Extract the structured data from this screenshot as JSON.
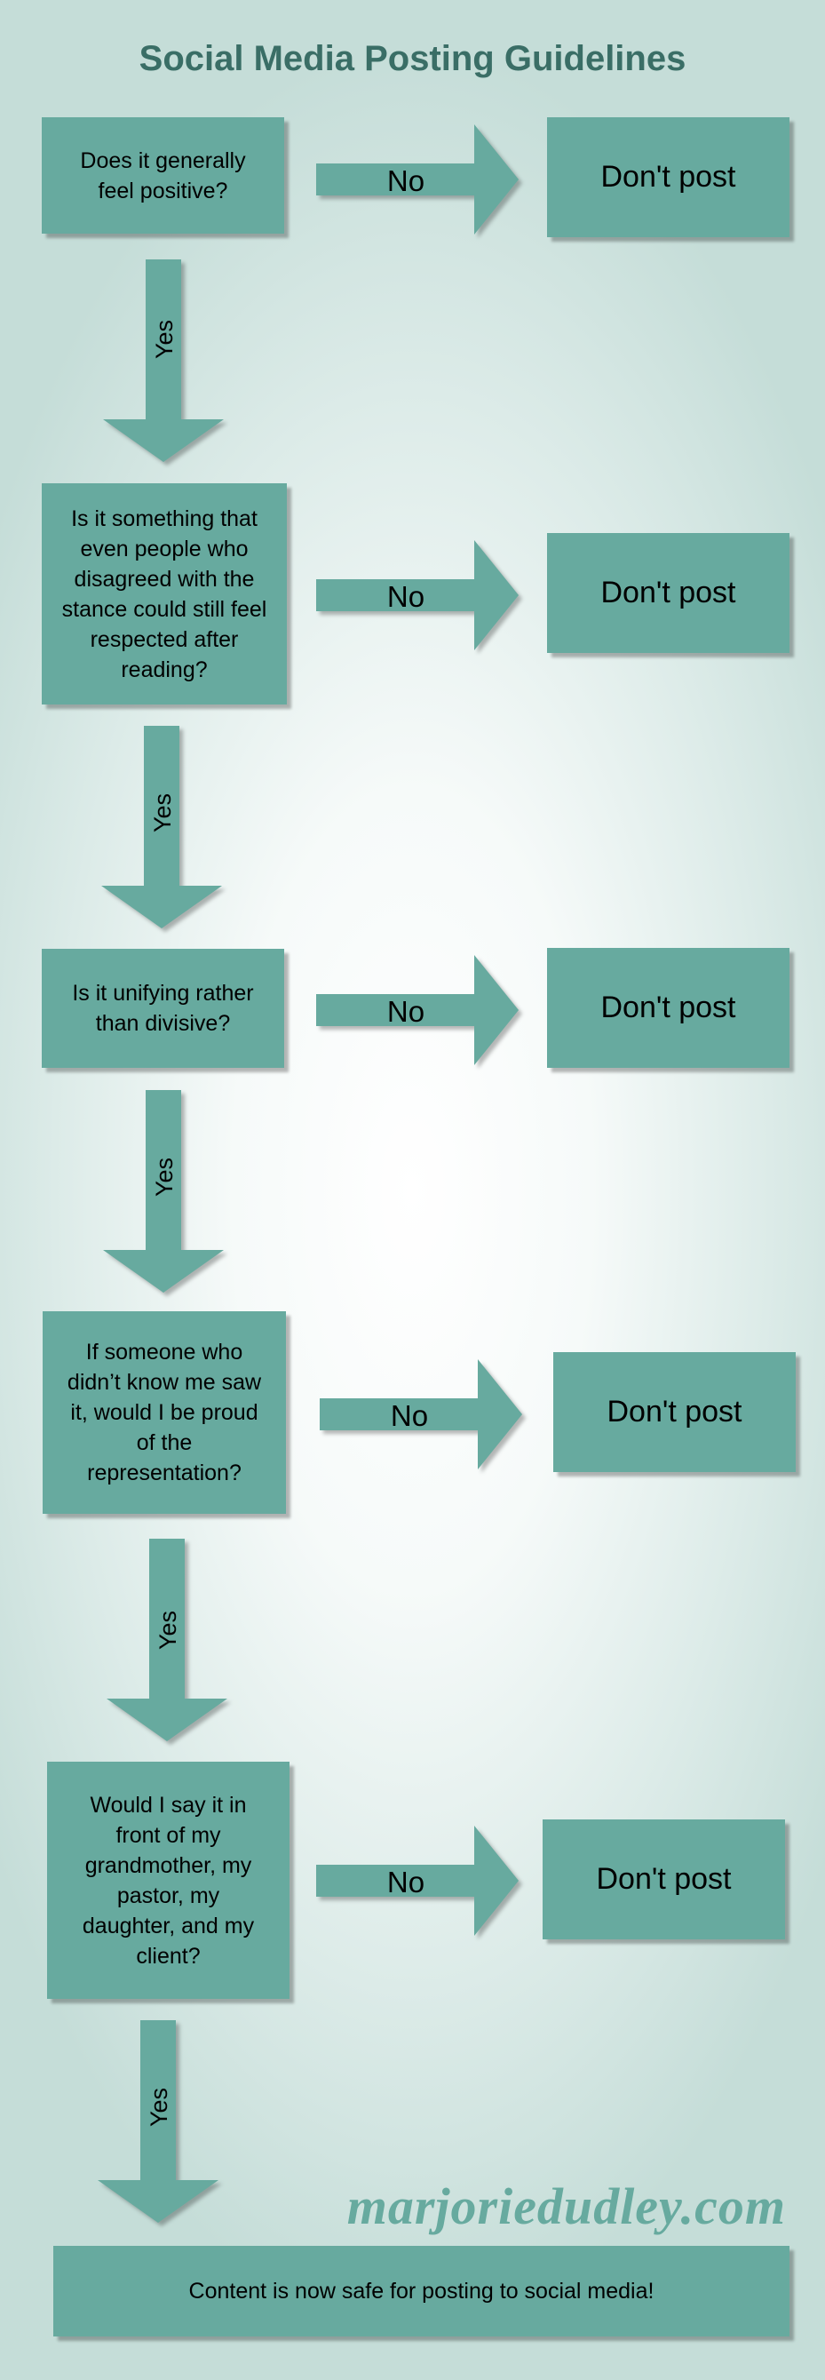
{
  "title": "Social Media Posting Guidelines",
  "questions": [
    {
      "text": "Does it  generally feel positive?",
      "no_label": "No",
      "outcome": "Don't post",
      "yes_label": "Yes"
    },
    {
      "text": "Is it something that even people who disagreed with the stance could still feel respected after reading?",
      "no_label": "No",
      "outcome": "Don't post",
      "yes_label": "Yes"
    },
    {
      "text": "Is it unifying rather than divisive?",
      "no_label": "No",
      "outcome": "Don't post",
      "yes_label": "Yes"
    },
    {
      "text": "If someone who didn’t know me saw it, would I be proud of the representation?",
      "no_label": "No",
      "outcome": "Don't post",
      "yes_label": "Yes"
    },
    {
      "text": "Would I say it in front of my grandmother, my pastor, my daughter, and my client?",
      "no_label": "No",
      "outcome": "Don't post",
      "yes_label": "Yes"
    }
  ],
  "final_box": "Content is now safe for posting to social media!",
  "watermark": "marjoriedudley.com",
  "colors": {
    "box": "#67aa9f",
    "title": "#3a6e66",
    "brand": "#67aa9f"
  }
}
